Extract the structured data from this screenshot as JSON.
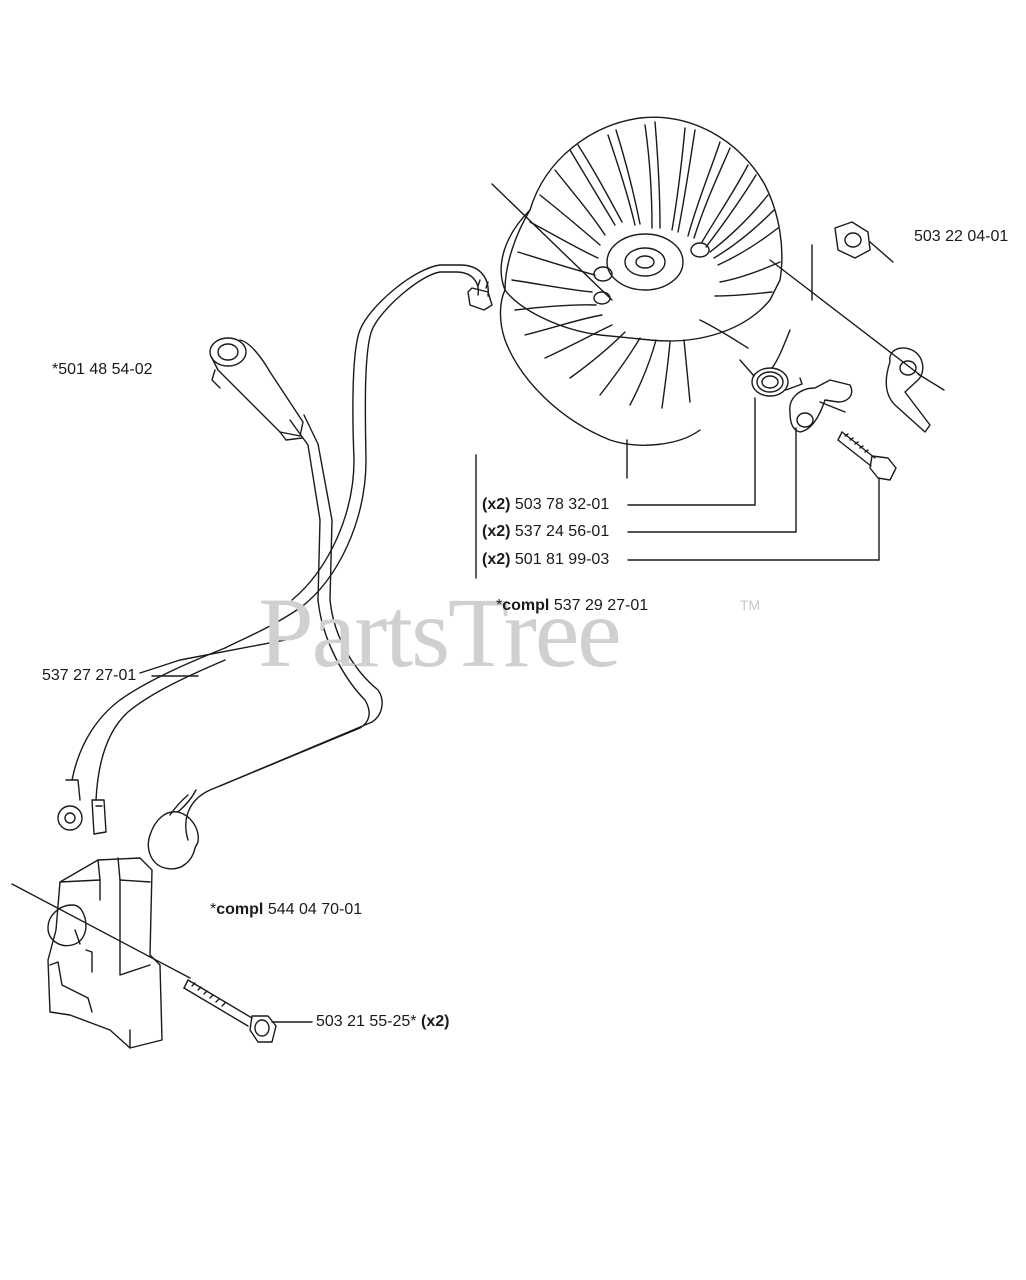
{
  "watermark": {
    "text": "PartsTree",
    "mark": "TM"
  },
  "parts": {
    "nut": "503 22 04-01",
    "spark_plug_cap": "*501 48 54-02",
    "spring": {
      "qty": "(x2)",
      "number": "503 78 32-01"
    },
    "pawl": {
      "qty": "(x2)",
      "number": "537 24 56-01"
    },
    "pawl_screw": {
      "qty": "(x2)",
      "number": "501 81 99-03"
    },
    "flywheel": {
      "compl": "compl",
      "prefix": "*",
      "number": "537 29 27-01"
    },
    "cable": "537 27 27-01",
    "ignition_module": {
      "compl": "compl",
      "prefix": "*",
      "number": "544 04 70-01"
    },
    "module_screw": {
      "number": "503 21 55-25*",
      "qty": "(x2)"
    }
  },
  "colors": {
    "line": "#1a1a1a",
    "watermark": "#d0d0d0"
  }
}
